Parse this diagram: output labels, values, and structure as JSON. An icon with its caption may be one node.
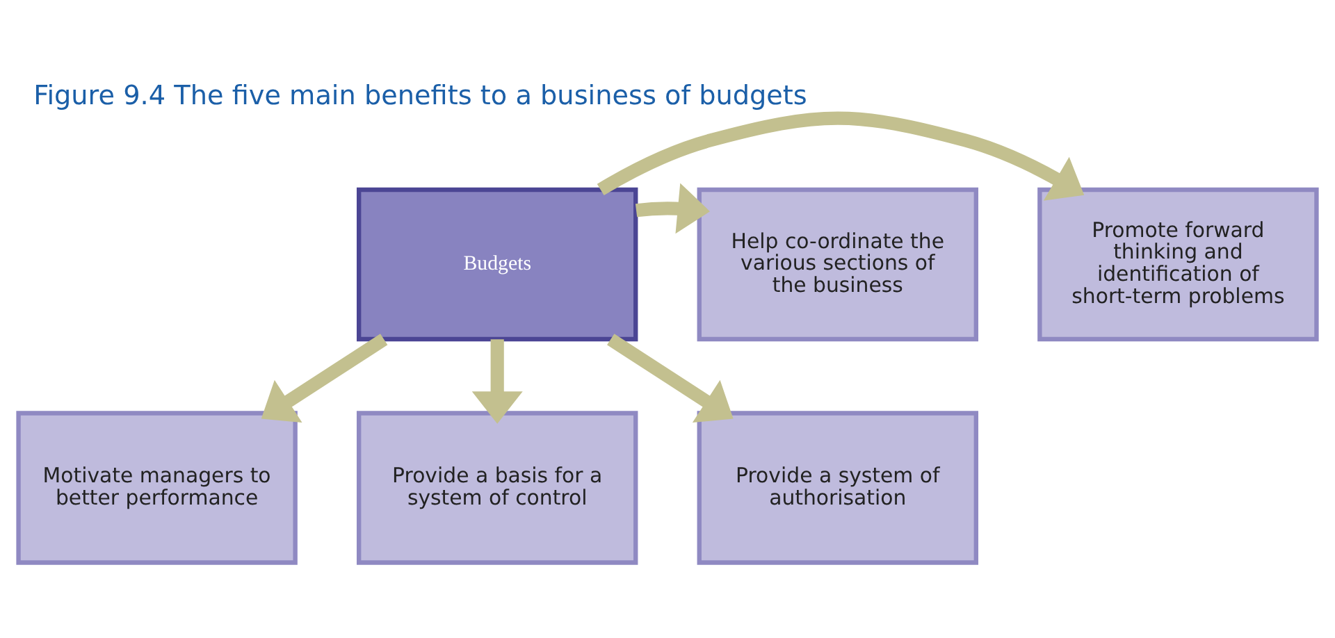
{
  "diagram": {
    "title": "Figure 9.4 The five main benefits to a business of budgets",
    "nodes": [
      {
        "text": [
          "Budgets"
        ]
      },
      {
        "text": [
          "Promote forward thinking and identification of short-term problems"
        ]
      },
      {
        "text": [
          "Help co-ordinate the various sections of the business"
        ]
      },
      {
        "text": [
          "Motivate managers to better performance"
        ]
      },
      {
        "text": [
          "Provide a basis for a system of control"
        ]
      },
      {
        "text": [
          "Provide a system of authorisation"
        ]
      }
    ],
    "edges": [
      {
        "from": 0,
        "to": 1,
        "arrow": "to"
      },
      {
        "from": 0,
        "to": 2,
        "arrow": "to"
      },
      {
        "from": 0,
        "to": 3,
        "arrow": "to"
      },
      {
        "from": 0,
        "to": 4,
        "arrow": "to"
      },
      {
        "from": 0,
        "to": 5,
        "arrow": "to"
      }
    ]
  }
}
